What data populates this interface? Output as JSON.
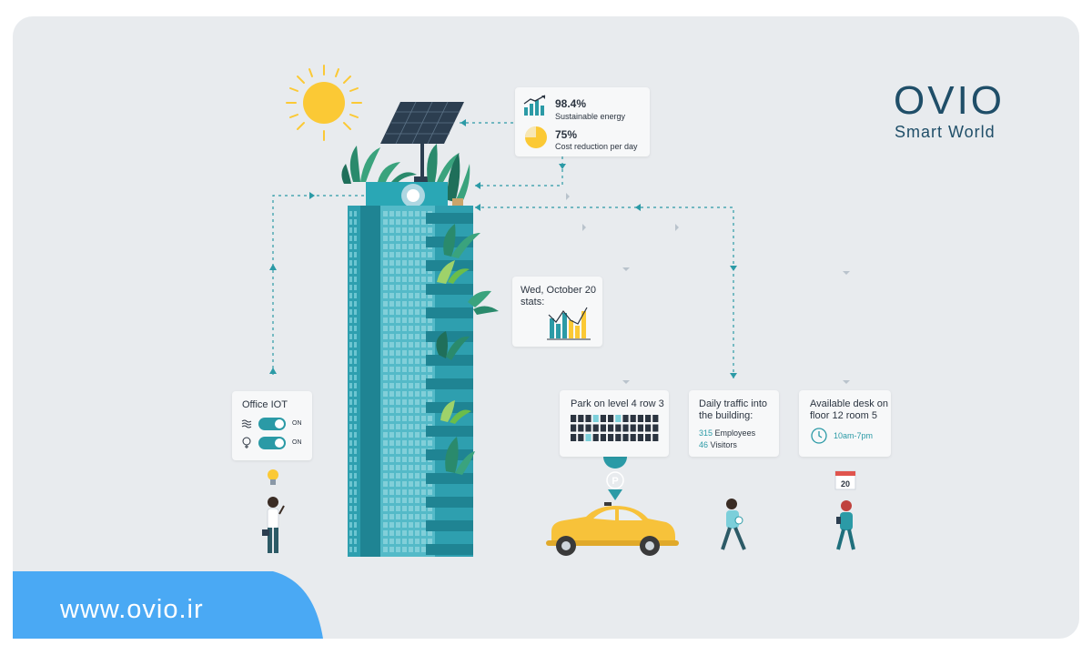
{
  "brand": {
    "logo_text": "OVIO",
    "tagline": "Smart World",
    "url": "www.ovio.ir"
  },
  "energy_card": {
    "sustainable_value": "98.4%",
    "sustainable_label": "Sustainable energy",
    "cost_value": "75%",
    "cost_label": "Cost reduction per day"
  },
  "stats_card": {
    "line1": "Wed, October 20",
    "line2": "stats:"
  },
  "iot_card": {
    "title": "Office IOT",
    "toggle1_state": "ON",
    "toggle2_state": "ON"
  },
  "parking_card": {
    "title": "Park on level 4 row 3"
  },
  "traffic_card": {
    "line1": "Daily traffic into",
    "line2": "the building:",
    "employees_count": "315",
    "employees_label": "Employees",
    "visitors_count": "46",
    "visitors_label": "Visitors"
  },
  "desk_card": {
    "line1": "Available desk on",
    "line2": "floor 12 room 5",
    "hours": "10am-7pm"
  },
  "calendar_day": "20",
  "parking_pin_letter": "P",
  "colors": {
    "teal": "#2b9aa6",
    "teal_dark": "#1f6f7c",
    "accent_blue": "#4aa9f4",
    "sun": "#fbc935",
    "car": "#f7c23a",
    "text": "#2b3440"
  }
}
